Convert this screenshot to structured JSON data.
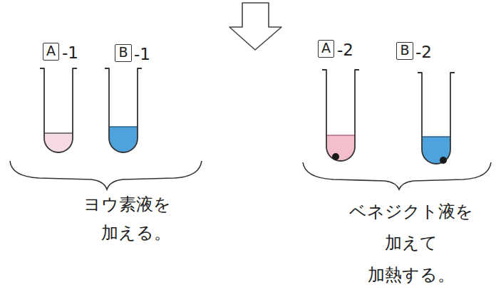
{
  "diagram": {
    "nodes": [
      {
        "text": [
          "A"
        ]
      },
      {
        "text": [
          "B"
        ]
      },
      {
        "text": [
          "A"
        ]
      },
      {
        "text": [
          "B"
        ]
      }
    ],
    "labels": [
      "-1",
      "-1",
      "-2",
      "-2",
      "ヨウ素液を 加える。",
      "ベネジクト液を 加えて 加熱する。"
    ]
  }
}
